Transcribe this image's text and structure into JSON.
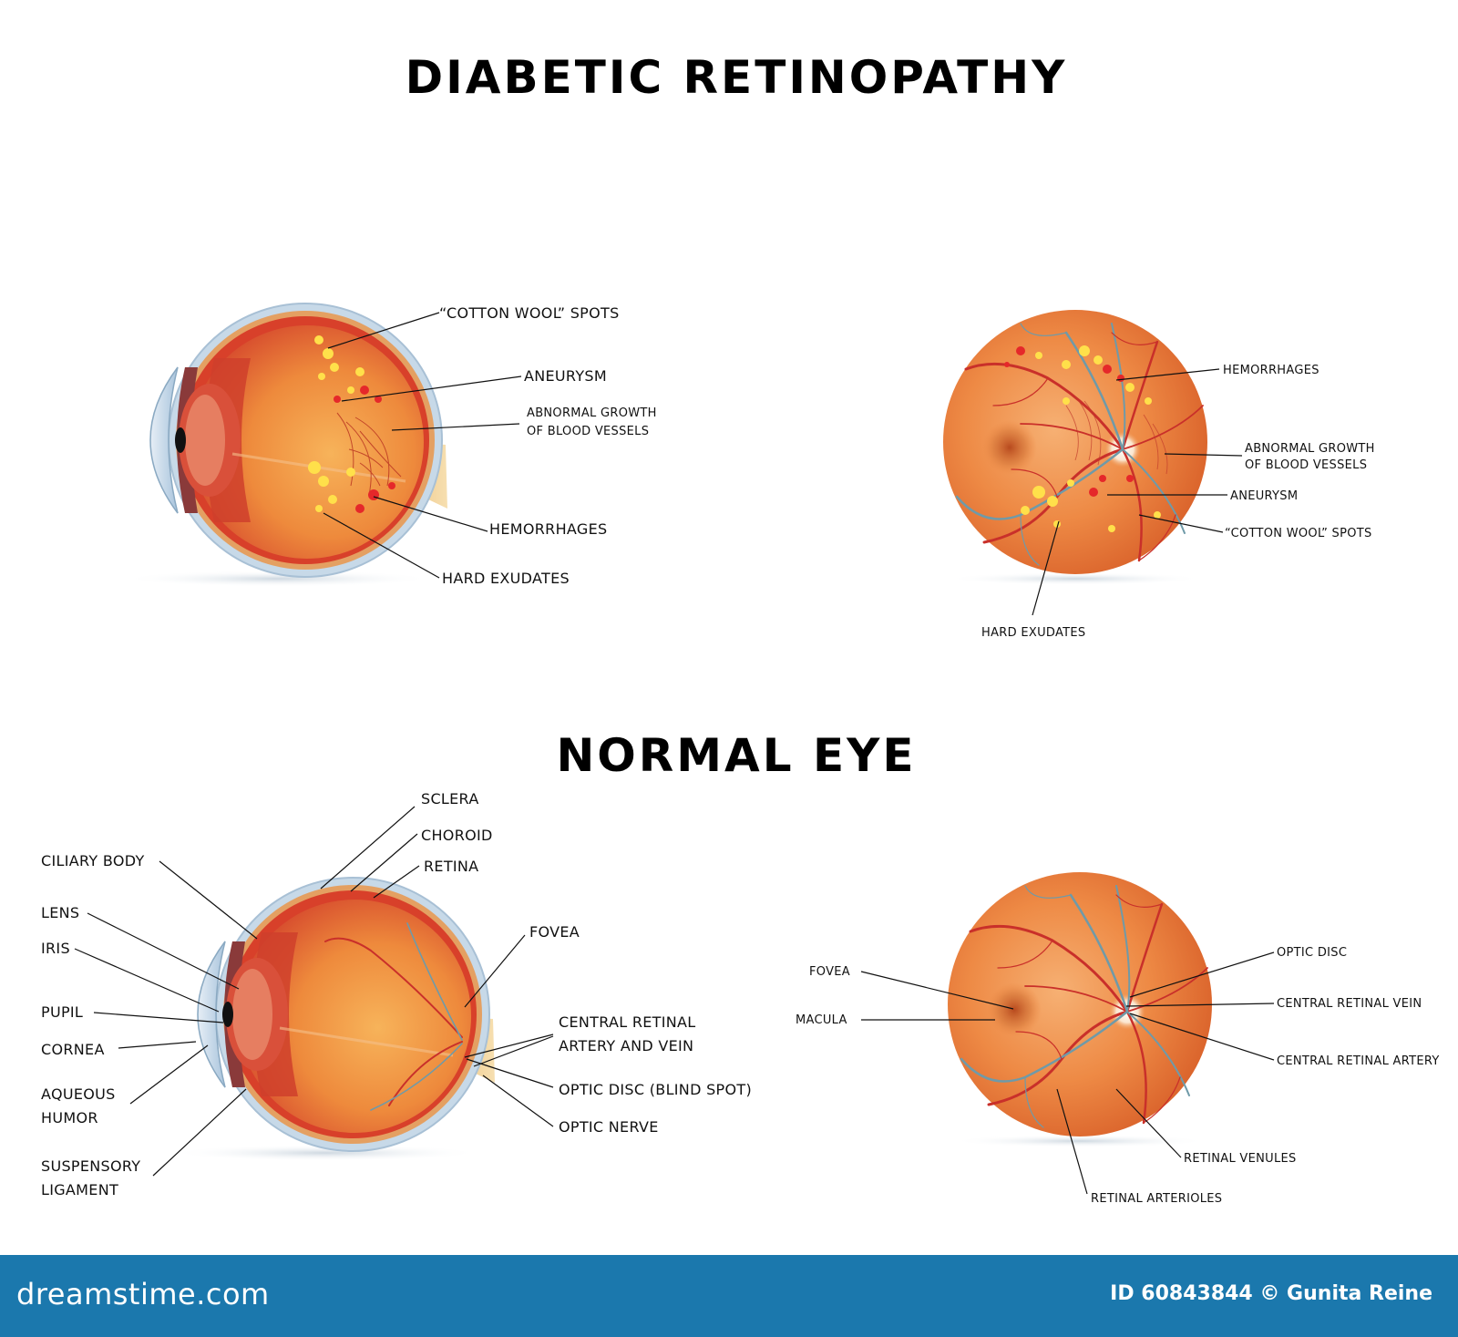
{
  "titles": {
    "diabetic": "DIABETIC RETINOPATHY",
    "normal": "NORMAL EYE"
  },
  "diabetic_side": {
    "cotton_wool": "“COTTON WOOL” SPOTS",
    "aneurysm": "ANEURYSM",
    "abnormal_1": "ABNORMAL GROWTH",
    "abnormal_2": "OF BLOOD VESSELS",
    "hemorrhages": "HEMORRHAGES",
    "hard_exudates": "HARD EXUDATES"
  },
  "diabetic_fundus": {
    "hemorrhages": "HEMORRHAGES",
    "abnormal_1": "ABNORMAL GROWTH",
    "abnormal_2": "OF BLOOD VESSELS",
    "aneurysm": "ANEURYSM",
    "cotton_wool": "“COTTON WOOL” SPOTS",
    "hard_exudates": "HARD EXUDATES"
  },
  "normal_side": {
    "sclera": "SCLERA",
    "choroid": "CHOROID",
    "retina": "RETINA",
    "ciliary_body": "CILIARY BODY",
    "lens": "LENS",
    "iris": "IRIS",
    "pupil": "PUPIL",
    "cornea": "CORNEA",
    "aqueous_1": "AQUEOUS",
    "aqueous_2": "HUMOR",
    "suspensory_1": "SUSPENSORY",
    "suspensory_2": "LIGAMENT",
    "fovea": "FOVEA",
    "central_1": "CENTRAL RETINAL",
    "central_2": "ARTERY AND VEIN",
    "optic_disc": "OPTIC DISC (BLIND SPOT)",
    "optic_nerve": "OPTIC NERVE"
  },
  "normal_fundus": {
    "fovea": "FOVEA",
    "macula": "MACULA",
    "optic_disc": "OPTIC DISC",
    "central_vein": "CENTRAL RETINAL VEIN",
    "central_artery": "CENTRAL RETINAL ARTERY",
    "venules": "RETINAL VENULES",
    "arterioles": "RETINAL ARTERIOLES"
  },
  "footer": {
    "logo": "dreamstime.com",
    "credit": "ID 60843844 © Gunita Reine"
  },
  "colors": {
    "footer_bg": "#1b78ad",
    "fundus": "#ef8a45",
    "retina_red": "#d8402a",
    "exudate": "#ffe04a",
    "lens_blue": "#a9c4dc"
  }
}
